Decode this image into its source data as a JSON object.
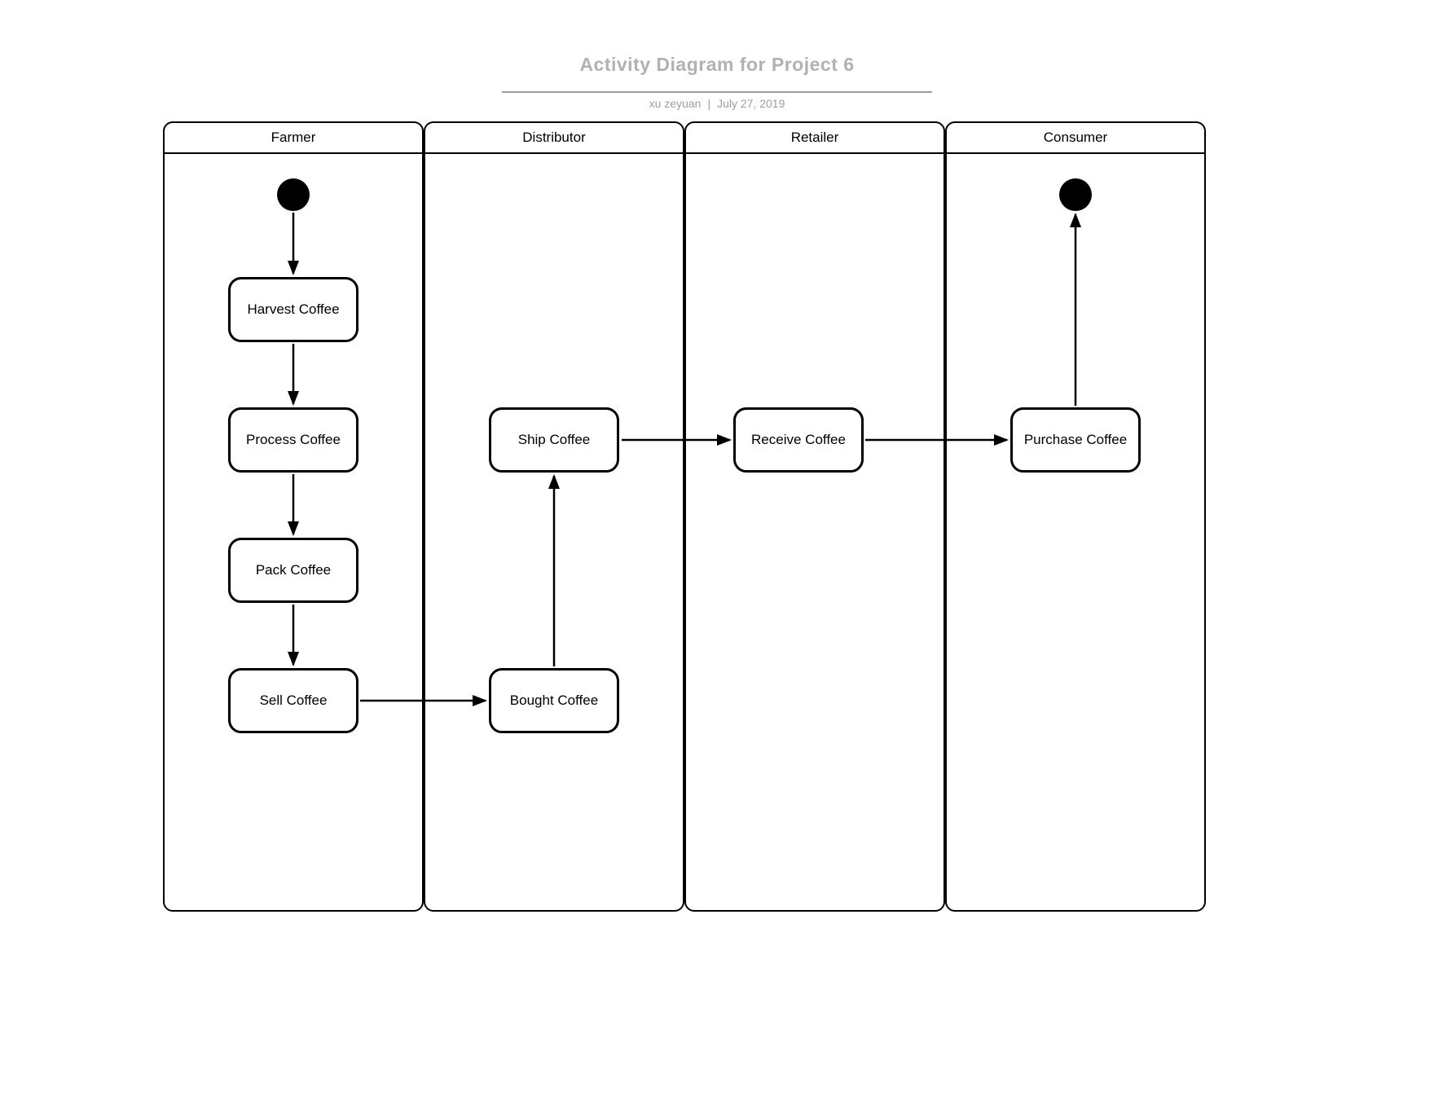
{
  "header": {
    "title": "Activity Diagram for Project 6",
    "author": "xu zeyuan",
    "separator": "|",
    "date": "July 27, 2019"
  },
  "lanes": [
    {
      "label": "Farmer"
    },
    {
      "label": "Distributor"
    },
    {
      "label": "Retailer"
    },
    {
      "label": "Consumer"
    }
  ],
  "nodes": {
    "start": {
      "type": "initial-node"
    },
    "harvest": {
      "label": "Harvest Coffee",
      "lane": "Farmer"
    },
    "process": {
      "label": "Process Coffee",
      "lane": "Farmer"
    },
    "pack": {
      "label": "Pack Coffee",
      "lane": "Farmer"
    },
    "sell": {
      "label": "Sell Coffee",
      "lane": "Farmer"
    },
    "bought": {
      "label": "Bought Coffee",
      "lane": "Distributor"
    },
    "ship": {
      "label": "Ship Coffee",
      "lane": "Distributor"
    },
    "receive": {
      "label": "Receive Coffee",
      "lane": "Retailer"
    },
    "purchase": {
      "label": "Purchase Coffee",
      "lane": "Consumer"
    },
    "end": {
      "type": "final-node"
    }
  },
  "edges": [
    {
      "from": "start",
      "to": "harvest"
    },
    {
      "from": "harvest",
      "to": "process"
    },
    {
      "from": "process",
      "to": "pack"
    },
    {
      "from": "pack",
      "to": "sell"
    },
    {
      "from": "sell",
      "to": "bought"
    },
    {
      "from": "bought",
      "to": "ship"
    },
    {
      "from": "ship",
      "to": "receive"
    },
    {
      "from": "receive",
      "to": "purchase"
    },
    {
      "from": "purchase",
      "to": "end"
    }
  ],
  "colors": {
    "title": "#b1b1b1",
    "subtitle": "#9e9e9e",
    "rule": "#9e9e9e",
    "stroke": "#000000",
    "background": "#ffffff"
  }
}
